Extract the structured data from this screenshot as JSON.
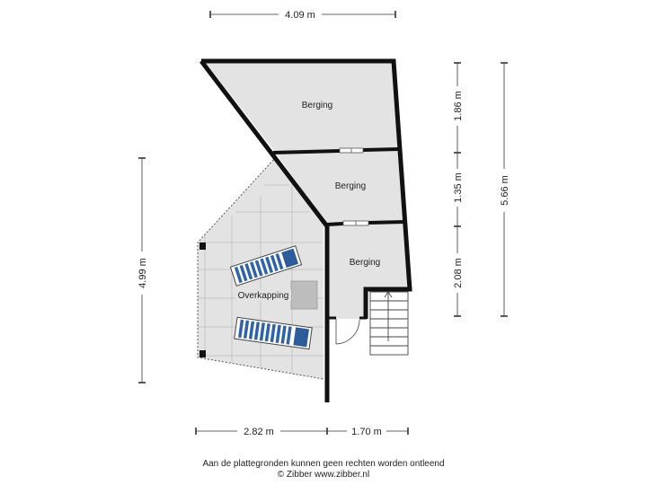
{
  "dimensions": {
    "top_width": "4.09 m",
    "right_upper": "1.86 m",
    "right_middle": "1.35 m",
    "right_lower": "2.08 m",
    "right_total": "5.66 m",
    "left_height": "4.99 m",
    "bottom_left": "2.82 m",
    "bottom_right": "1.70 m"
  },
  "rooms": {
    "berging_top": "Berging",
    "berging_middle": "Berging",
    "berging_lower": "Berging",
    "overkapping": "Overkapping"
  },
  "footer": {
    "disclaimer": "Aan de plattegronden kunnen geen rechten worden ontleend",
    "copyright": "© Zibber www.zibber.nl"
  },
  "colors": {
    "room_fill": "#e3e3e3",
    "wall": "#111111",
    "lounger_stripe": "#2f63a8",
    "lounger_pillow": "#2e5c9a"
  }
}
